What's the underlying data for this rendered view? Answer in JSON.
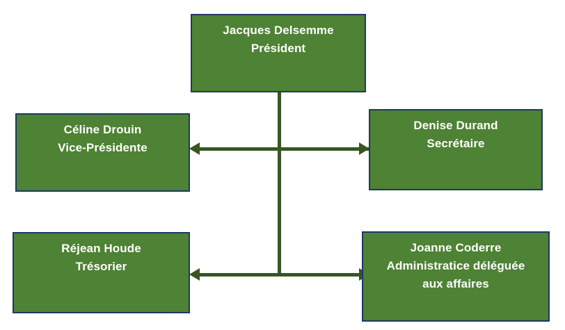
{
  "diagram": {
    "type": "organization-chart",
    "title": "",
    "background_color": "#FFFFFF",
    "box_fill_color": "#4E8234",
    "box_border_color": "#1F3864",
    "text_color": "#FFFFFF",
    "connector_color": "#375623",
    "nodes": {
      "president": {
        "name": "Jacques Delsemme",
        "role": "Président",
        "text": "Jacques Delsemme\nPrésident"
      },
      "vice_president": {
        "name": "Céline Drouin",
        "role": "Vice-Présidente",
        "text": "Céline Drouin\nVice-Présidente"
      },
      "secretary": {
        "name": "Denise Durand",
        "role": "Secrétaire",
        "text": "Denise Durand\nSecrétaire"
      },
      "treasurer": {
        "name": "Réjean Houde",
        "role": "Trésorier",
        "text": "Réjean Houde\nTrésorier"
      },
      "administrator": {
        "name": "Joanne Coderre",
        "role": "Administratice déléguée aux affaires",
        "text": "Joanne Coderre\nAdministratice déléguée\naux affaires"
      }
    },
    "connectors": [
      {
        "id": "trunk",
        "orientation": "vertical",
        "from": "president",
        "to": "bottom-row",
        "arrowheads": "none"
      },
      {
        "id": "middle-row",
        "orientation": "horizontal",
        "from": "vice_president",
        "to": "secretary",
        "arrowheads": "both"
      },
      {
        "id": "bottom-row",
        "orientation": "horizontal",
        "from": "treasurer",
        "to": "administrator",
        "arrowheads": "both"
      }
    ]
  }
}
